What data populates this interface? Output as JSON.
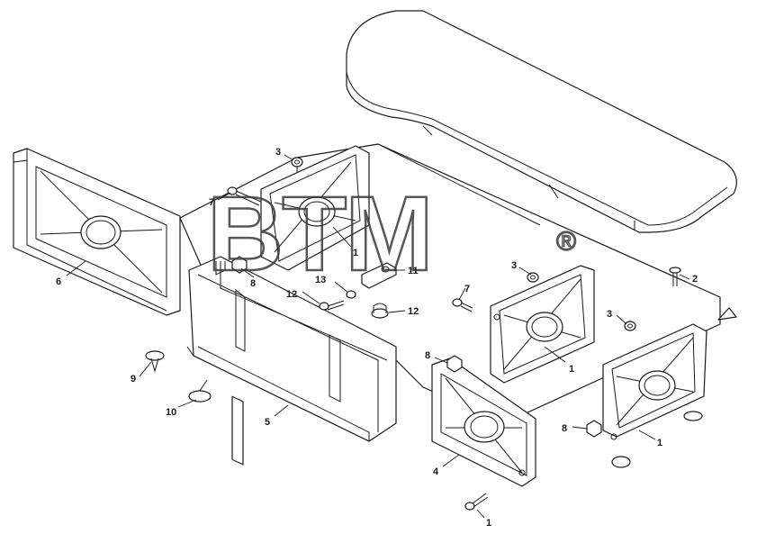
{
  "watermark": {
    "text": "BTM",
    "registered": "®"
  },
  "callouts": [
    {
      "id": "c3a",
      "label": "3"
    },
    {
      "id": "c7a",
      "label": "7"
    },
    {
      "id": "c1a",
      "label": "1"
    },
    {
      "id": "c8a",
      "label": "8"
    },
    {
      "id": "c6",
      "label": "6"
    },
    {
      "id": "c11",
      "label": "11"
    },
    {
      "id": "c13",
      "label": "13"
    },
    {
      "id": "c12a",
      "label": "12"
    },
    {
      "id": "c12b",
      "label": "12"
    },
    {
      "id": "c3b",
      "label": "3"
    },
    {
      "id": "c7b",
      "label": "7"
    },
    {
      "id": "c2",
      "label": "2"
    },
    {
      "id": "c3c",
      "label": "3"
    },
    {
      "id": "c1b",
      "label": "1"
    },
    {
      "id": "c8b",
      "label": "8"
    },
    {
      "id": "c9",
      "label": "9"
    },
    {
      "id": "c10",
      "label": "10"
    },
    {
      "id": "c5",
      "label": "5"
    },
    {
      "id": "c4",
      "label": "4"
    },
    {
      "id": "c8c",
      "label": "8"
    },
    {
      "id": "c1c",
      "label": "1"
    },
    {
      "id": "c1d",
      "label": "1"
    }
  ]
}
